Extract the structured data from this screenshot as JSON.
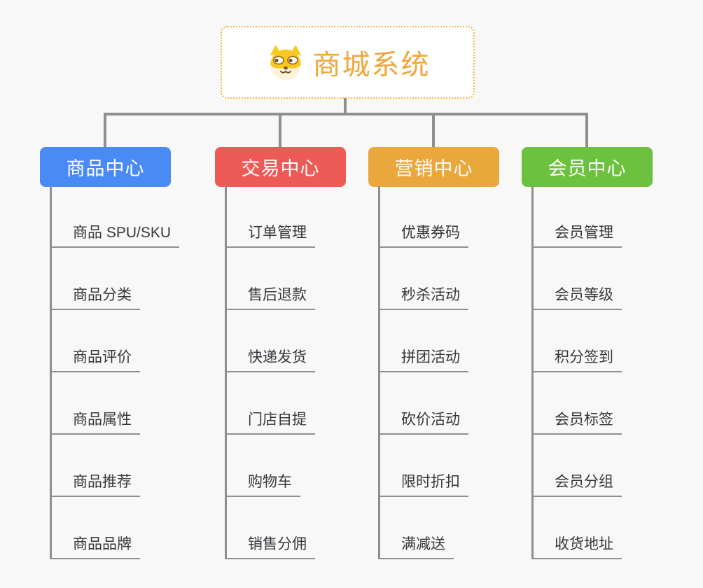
{
  "page": {
    "background_color": "#f8f8f8",
    "connector_color": "#8f8f8f",
    "underline_color": "#909090"
  },
  "root": {
    "title": "商城系统",
    "title_color": "#f0a63c",
    "border_color": "#f7b64a",
    "icon": "dog-face-icon"
  },
  "branches": [
    {
      "label": "商品中心",
      "color": "#4a8af4",
      "items": [
        "商品 SPU/SKU",
        "商品分类",
        "商品评价",
        "商品属性",
        "商品推荐",
        "商品品牌"
      ]
    },
    {
      "label": "交易中心",
      "color": "#ee5a55",
      "items": [
        "订单管理",
        "售后退款",
        "快递发货",
        "门店自提",
        "购物车",
        "销售分佣"
      ]
    },
    {
      "label": "营销中心",
      "color": "#e9a73c",
      "items": [
        "优惠券码",
        "秒杀活动",
        "拼团活动",
        "砍价活动",
        "限时折扣",
        "满减送"
      ]
    },
    {
      "label": "会员中心",
      "color": "#6cc13e",
      "items": [
        "会员管理",
        "会员等级",
        "积分签到",
        "会员标签",
        "会员分组",
        "收货地址"
      ]
    }
  ]
}
